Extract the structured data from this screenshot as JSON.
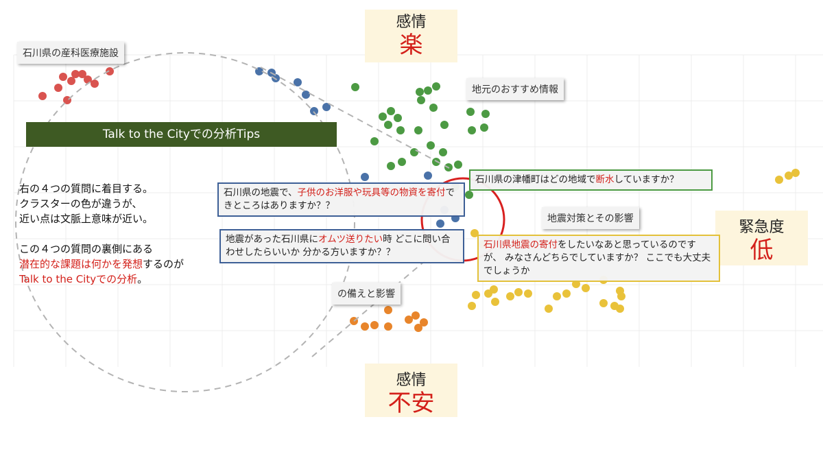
{
  "axes": {
    "top": {
      "label": "感情",
      "value": "楽"
    },
    "bottom": {
      "label": "感情",
      "value": "不安"
    },
    "right": {
      "label": "緊急度",
      "value": "低"
    }
  },
  "cluster_labels": [
    "石川県の産科医療施設",
    "地元のおすすめ情報",
    "地震対策とその影響",
    "の備えと影響"
  ],
  "banner": "Talk to the Cityでの分析Tips",
  "tips": {
    "line1": "右の４つの質問に着目する。",
    "line2": "クラスターの色が違うが、",
    "line3": "近い点は文脈上意味が近い。",
    "line4": "この４つの質問の裏側にある",
    "line5_red": "潜在的な課題は何かを発想",
    "line5_rest": "するのが",
    "line6_red": "Talk to the Cityでの分析",
    "line6_rest": "。"
  },
  "questions": {
    "q1": {
      "pre": "石川県の地震で、",
      "red": "子供のお洋服や玩具等の物資を寄付",
      "post": "できところはありますか？？"
    },
    "q2": {
      "pre": "地震があった石川県に",
      "red": "オムツ送りたい",
      "post": "時 どこに問い合わせしたらいいか 分かる方いますか？？"
    },
    "q3": {
      "pre": "石川県の津幡町はどの地域で",
      "red": "断水",
      "post": "していますか？"
    },
    "q4": {
      "pre": "",
      "red": "石川県地震の寄付",
      "post": "をしたいなあと思っているのですが、 みなさんどちらでしていますか？ ここでも大丈夫でしょうか"
    }
  },
  "colors": {
    "red": "#d9534f",
    "blue": "#4a72a8",
    "green": "#4c9a43",
    "orange": "#e8852b",
    "yellow": "#e9c23a",
    "accent_red": "#d3201a",
    "banner_green": "#3e5a23",
    "axis_bg": "#fdf5dd"
  }
}
